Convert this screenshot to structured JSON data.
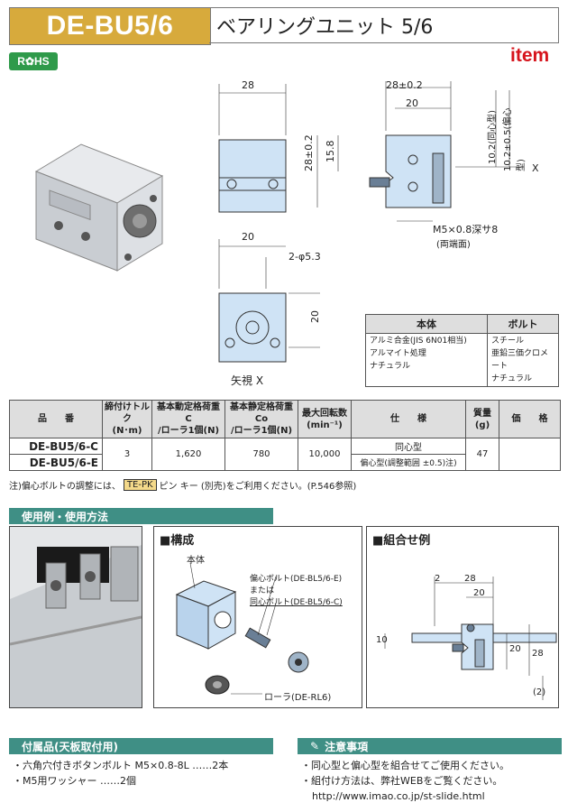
{
  "header": {
    "product_code": "DE-BU5/6",
    "product_name": "ベアリングユニット 5/6",
    "rohs_label": "R✿HS",
    "brand": "item"
  },
  "drawings": {
    "front": {
      "width": "28"
    },
    "side": {
      "total_width": "28±0.2",
      "inner_width": "20",
      "height": "28±0.2",
      "mid_height": "15.8",
      "concentric": "10.2(同心型)",
      "eccentric": "10.2±0.5(偏心型)",
      "x_label": "X",
      "bolt_note_1": "M5×0.8深サ8",
      "bolt_note_2": "(両端面)"
    },
    "view_x": {
      "width": "20",
      "holes": "2-φ5.3",
      "height": "20",
      "caption": "矢視 X"
    }
  },
  "materials": {
    "headers": [
      "本体",
      "ボルト"
    ],
    "body": [
      "アルミ合金(JIS 6N01相当)",
      "アルマイト処理",
      "ナチュラル"
    ],
    "bolt": [
      "スチール",
      "亜鉛三価クロメート",
      "ナチュラル"
    ]
  },
  "spec_table": {
    "headers": {
      "code": "品　　番",
      "torque": "締付けトルク",
      "torque_unit": "(N･m)",
      "dyn": "基本動定格荷重 C",
      "dyn_unit": "/ローラ1個(N)",
      "stat": "基本静定格荷重 Co",
      "stat_unit": "/ローラ1個(N)",
      "rpm": "最大回転数",
      "rpm_unit": "(min⁻¹)",
      "spec": "仕　　様",
      "mass": "質量",
      "mass_unit": "(g)",
      "price": "価　　格"
    },
    "rows": [
      {
        "code": "DE-BU5/6-C",
        "spec": "同心型"
      },
      {
        "code": "DE-BU5/6-E",
        "spec": "偏心型(調整範囲 ±0.5)注)"
      }
    ],
    "torque": "3",
    "dyn": "1,620",
    "stat": "780",
    "rpm": "10,000",
    "mass": "47",
    "price": ""
  },
  "note": {
    "prefix": "注)偏心ボルトの調整には、",
    "tag": "TE-PK",
    "suffix": "ピン キー (別売)をご利用ください。(P.546参照)"
  },
  "usage": {
    "section_title": "使用例・使用方法",
    "composition_title": "■構成",
    "composition_labels": {
      "body": "本体",
      "ecc_bolt": "偏心ボルト(DE-BL5/6-E)",
      "or": "または",
      "con_bolt": "同心ボルト(DE-BL5/6-C)",
      "roller": "ローラ(DE-RL6)"
    },
    "example_title": "■組合せ例",
    "example_dims": [
      "2",
      "28",
      "20",
      "10",
      "20",
      "28",
      "(2)"
    ]
  },
  "accessories": {
    "title": "付属品(天板取付用)",
    "items": [
      "・六角穴付きボタンボルト M5×0.8-8L ……2本",
      "・M5用ワッシャー ……2個"
    ]
  },
  "cautions": {
    "title": "注意事項",
    "items": [
      "・同心型と偏心型を組合せてご使用ください。",
      "・組付け方法は、弊社WEBをご覧ください。",
      "http://www.imao.co.jp/st-slide.html"
    ]
  },
  "colors": {
    "gold": "#d7aa3c",
    "teal": "#3f8f85",
    "rohs_green": "#2f9a4a",
    "item_red": "#d6141c",
    "drawing_fill": "#cfe3f5"
  }
}
